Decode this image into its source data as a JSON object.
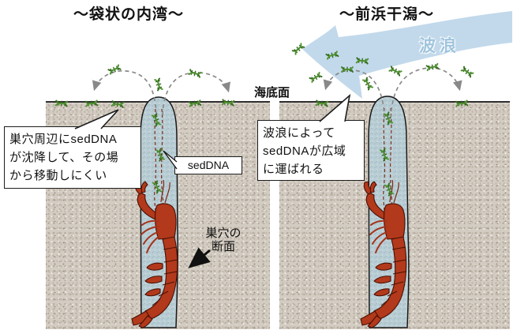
{
  "diagram": {
    "left_panel": {
      "title": "～袋状の内湾～",
      "callout": {
        "lines": [
          "巣穴周辺にsedDNA",
          "が沈降して、その場",
          "から移動しにくい"
        ]
      }
    },
    "right_panel": {
      "title": "～前浜干潟～",
      "wave_label": "波浪",
      "callout": {
        "lines": [
          "波浪によって",
          "sedDNAが広域",
          "に運ばれる"
        ]
      }
    },
    "labels": {
      "seafloor": "海底面",
      "seddna": "sedDNA",
      "cross_section": {
        "lines": [
          "巣穴の",
          "断面"
        ]
      }
    },
    "colors": {
      "sediment": "#d3ccc2",
      "burrow_water": "#b9cdd4",
      "shrimp_red": "#b2391b",
      "wave_arrow_blue": "#bad4e8",
      "wave_text_blue": "#9fc4de",
      "dna_green": "#356f1d",
      "arc_gray": "#8a8a8a"
    }
  }
}
